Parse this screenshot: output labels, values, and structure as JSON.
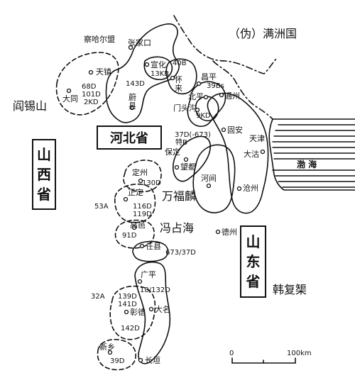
{
  "map": {
    "region_labels": {
      "manchukuo": "（伪）满洲国",
      "chahar_league": "察哈尔盟",
      "yan_xishan": "阎锡山",
      "wan_fulin": "万福麟",
      "feng_zhanhai": "冯占海",
      "han_fuju": "韩复榘",
      "bohai": "渤 海"
    },
    "provinces": {
      "hebei": "河北省",
      "shanxi": [
        "山",
        "西",
        "省"
      ],
      "shandong": [
        "山",
        "东",
        "省"
      ]
    },
    "cities": {
      "zhangjiakou": "张家口",
      "tianzhen": "天镇",
      "datong": "大同",
      "xuanhua": "宣化",
      "huailai": "怀来",
      "yuxian": "蔚\n县",
      "changping": "昌平",
      "tongzhou": "通州",
      "beiping": "北平",
      "mentougou": "门头沟",
      "gu_an": "固安",
      "tianjin": "天津",
      "dagu": "大沽",
      "baoding": "保定",
      "wangdu": "望都",
      "hejian": "河间",
      "cangzhou": "沧州",
      "dingzhou": "定州",
      "zhengding": "正定",
      "gaoyi": "高邑",
      "renxian": "任县",
      "dezhou": "德州",
      "guangping": "广平",
      "daming": "大名",
      "zhangde": "彰德",
      "xinxiang": "新乡",
      "changyuan": "长垣"
    },
    "units": {
      "u68D": "68D",
      "u101D": "101D",
      "u2KD": "2KD",
      "u40B": "40B",
      "u13KB": "13KB",
      "u143D": "143D",
      "u39Bs": "39Bs",
      "u9KD": "9KD",
      "u37D": "37D(-673)",
      "teB": "特B",
      "u130D": "130D",
      "u53A": "53A",
      "u116D": "116D",
      "u119D": "119D",
      "u91D": "91D",
      "u673_37D": "673/37D",
      "u18_132D": "18/132D",
      "u32A": "32A",
      "u139D": "139D",
      "u141D": "141D",
      "u142D": "142D",
      "u39D": "39D"
    },
    "scale": {
      "zero": "0",
      "max": "100km"
    }
  }
}
